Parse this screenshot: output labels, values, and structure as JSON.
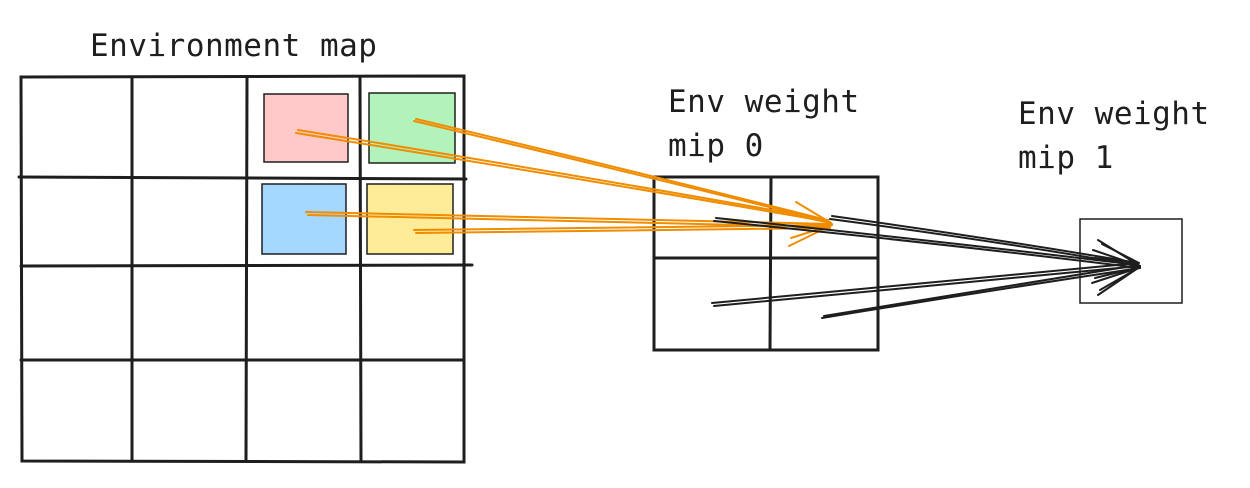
{
  "labels": {
    "environment_map": "Environment map",
    "env_weight_mip0": [
      "Env weight",
      "mip 0"
    ],
    "env_weight_mip1": [
      "Env weight",
      "mip 1"
    ]
  },
  "grids": {
    "environment_map": {
      "rows": 4,
      "cols": 4
    },
    "mip0": {
      "rows": 2,
      "cols": 2
    },
    "mip1": {
      "rows": 1,
      "cols": 1
    }
  },
  "highlighted_cells": [
    {
      "name": "red-cell",
      "row": 0,
      "col": 2,
      "color": "#ffc9c9"
    },
    {
      "name": "green-cell",
      "row": 0,
      "col": 3,
      "color": "#b2f2bb"
    },
    {
      "name": "blue-cell",
      "row": 1,
      "col": 2,
      "color": "#a5d8ff"
    },
    {
      "name": "yellow-cell",
      "row": 1,
      "col": 3,
      "color": "#ffec99"
    }
  ],
  "colors": {
    "stroke": "#1e1e1e",
    "orange_arrow": "#f08c00",
    "background": "#ffffff"
  }
}
